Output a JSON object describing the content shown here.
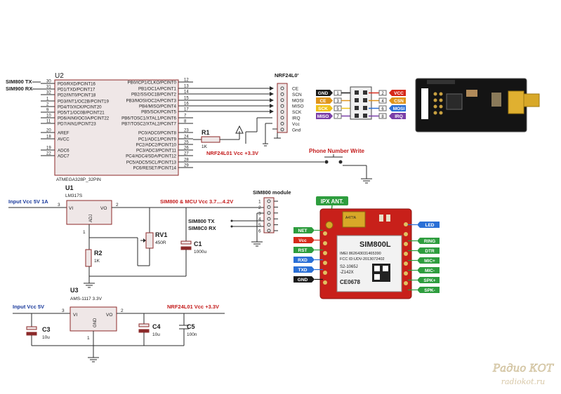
{
  "colors": {
    "wire": "#2a2a2a",
    "body_fill": "#efe7e7",
    "body_stroke": "#8c2a2a",
    "label_blue": "#1a3a9c",
    "label_red": "#c31a1a"
  },
  "mcu": {
    "ref": "U2",
    "part": "ATMEGA328P_32PIN",
    "left_pins": [
      {
        "num": "30",
        "label": "PD0/RXD/PCINT16"
      },
      {
        "num": "31",
        "label": "PD1/TXD/PCINT17"
      },
      {
        "num": "32",
        "label": "PD2/INT0/PCINT18"
      },
      {
        "num": "1",
        "label": "PD3/INT1/OC2B/PCINT19"
      },
      {
        "num": "2",
        "label": "PD4/T0/XCK/PCINT20"
      },
      {
        "num": "9",
        "label": "PD5/T1/OC0B/PCINT21"
      },
      {
        "num": "10",
        "label": "PD6/AIN0/OC0A/PCINT22"
      },
      {
        "num": "11",
        "label": "PD7/AIN1/PCINT23"
      },
      {
        "num": "20",
        "label": "AREF"
      },
      {
        "num": "18",
        "label": "AVCC"
      },
      {
        "num": "19",
        "label": "ADC6"
      },
      {
        "num": "22",
        "label": "ADC7"
      }
    ],
    "right_pins": [
      {
        "num": "12",
        "label": "PB0/ICP1/CLKO/PCINT0"
      },
      {
        "num": "13",
        "label": "PB1/OC1A/PCINT1"
      },
      {
        "num": "14",
        "label": "PB2/SS/OC1B/PCINT2"
      },
      {
        "num": "15",
        "label": "PB3/MOSI/OC2A/PCINT3"
      },
      {
        "num": "16",
        "label": "PB4/MISO/PCINT4"
      },
      {
        "num": "17",
        "label": "PB5/SCK/PCINT5"
      },
      {
        "num": "7",
        "label": "PB6/TOSC1/XTAL1/PCINT6"
      },
      {
        "num": "8",
        "label": "PB7/TOSC2/XTAL2/PCINT7"
      },
      {
        "num": "23",
        "label": "PC0/ADC0/PCINT8"
      },
      {
        "num": "24",
        "label": "PC1/ADC1/PCINT9"
      },
      {
        "num": "25",
        "label": "PC2/ADC2/PCINT10"
      },
      {
        "num": "26",
        "label": "PC3/ADC3/PCINT11"
      },
      {
        "num": "27",
        "label": "PC4/ADC4/SDA/PCINT12"
      },
      {
        "num": "28",
        "label": "PC5/ADC5/SCL/PCINT13"
      },
      {
        "num": "29",
        "label": "PC6/RESET/PCINT14"
      }
    ]
  },
  "labels": {
    "sim_tx_top": "SIM800 TX",
    "sim_rx_top": "SIM900 RX",
    "nrf_vcc_mid": "NRF24L01 Vcc +3.3V",
    "phone_write": "Phone Number Write",
    "input_5v_1a": "Input Vcc 5V 1A",
    "sim_mcu_vcc": "SIM800 & MCU Vcc 3.7....4.2V",
    "sim_tx": "SIM800 TX",
    "sim_rx": "SIM8C0 RX",
    "input_5v": "Input Vcc 5V",
    "nrf_vcc_out": "NRF24L01 Vcc +3.3V"
  },
  "nrf_header": {
    "title": "NRF24L0'",
    "pins": [
      "CE",
      "SCN",
      "MOSI",
      "MISO",
      "SCK",
      "IRQ",
      "Vcc",
      "Gnd"
    ]
  },
  "r1": {
    "ref": "R1",
    "value": "1K"
  },
  "u1": {
    "ref": "U1",
    "part": "LM317S",
    "vi": "VI",
    "vo": "VO",
    "adj": "ADJ",
    "pin_in": "3",
    "pin_out": "2",
    "pin_adj": "1"
  },
  "r2": {
    "ref": "R2",
    "value": "1K"
  },
  "rv1": {
    "ref": "RV1",
    "value": "450R"
  },
  "c1": {
    "ref": "C1",
    "value": "1000u"
  },
  "sim_header": {
    "title": "SIM800 module",
    "pins": [
      "1",
      "2",
      "3",
      "4",
      "5",
      "6"
    ]
  },
  "u3": {
    "ref": "U3",
    "part": "AMS-1117 3.3V",
    "vi": "VI",
    "vo": "VO",
    "gnd": "GND",
    "pin_in": "3",
    "pin_out": "2",
    "pin_gnd": "1"
  },
  "c3": {
    "ref": "C3",
    "value": "10u"
  },
  "c4": {
    "ref": "C4",
    "value": "10u"
  },
  "c5": {
    "ref": "C5",
    "value": "100n"
  },
  "nrf_pinout": {
    "left": [
      {
        "name": "GND",
        "num": "1",
        "color": "#1a1a1a"
      },
      {
        "name": "CE",
        "num": "3",
        "color": "#e0951a"
      },
      {
        "name": "SCK",
        "num": "5",
        "color": "#f0c21a"
      },
      {
        "name": "MISO",
        "num": "7",
        "color": "#7a3fa8"
      }
    ],
    "right": [
      {
        "name": "VCC",
        "num": "2",
        "color": "#d62a1a"
      },
      {
        "name": "CSN",
        "num": "4",
        "color": "#e0951a"
      },
      {
        "name": "MOSI",
        "num": "6",
        "color": "#2a6fd6"
      },
      {
        "name": "IRQ",
        "num": "8",
        "color": "#7a3fa8"
      }
    ]
  },
  "sim_board": {
    "antenna": "IPX ANT.",
    "chip": "SIM800L",
    "imei": "IMEI 862643031465390",
    "fccid": "FCC ID:UDV-2013072402",
    "code1": "S2-1065J",
    "code2": "-Z142X",
    "ce": "CE0678",
    "smd": "A477A",
    "left_pins": [
      {
        "name": "NET",
        "color": "#2e9d3e"
      },
      {
        "name": "Vcc",
        "color": "#d62a1a"
      },
      {
        "name": "RST",
        "color": "#2e9d3e"
      },
      {
        "name": "RXD",
        "color": "#2a6fd6"
      },
      {
        "name": "TXD",
        "color": "#2a6fd6"
      },
      {
        "name": "GND",
        "color": "#1a1a1a"
      }
    ],
    "right_pins": [
      {
        "name": "LED",
        "color": "#2a6fd6"
      },
      {
        "name": "RING",
        "color": "#2e9d3e"
      },
      {
        "name": "DTR",
        "color": "#2e9d3e"
      },
      {
        "name": "MIC+",
        "color": "#2e9d3e"
      },
      {
        "name": "MIC-",
        "color": "#2e9d3e"
      },
      {
        "name": "SPK+",
        "color": "#2e9d3e"
      },
      {
        "name": "SPK-",
        "color": "#2e9d3e"
      }
    ]
  },
  "watermark": {
    "line1": "Радио КОТ",
    "line2": "radiokot.ru"
  }
}
